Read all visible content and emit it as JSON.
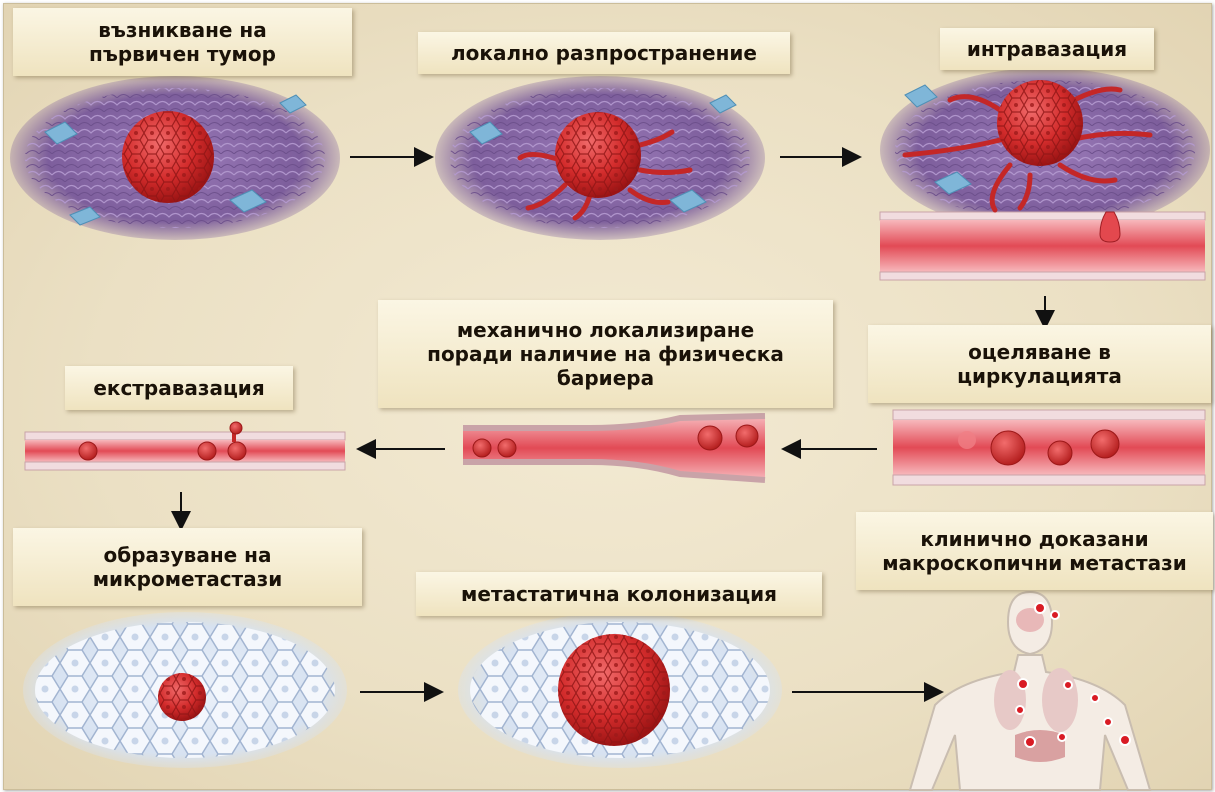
{
  "steps": {
    "s1": "възникване на\nпървичен тумор",
    "s2": "локално разпространение",
    "s3": "интравазация",
    "s4": "оцеляване в\nциркулацията",
    "s5": "механично локализиране\nпоради наличие на физическа\nбариера",
    "s6": "екстравазация",
    "s7": "образуване на\nмикрометастази",
    "s8": "метастатична колонизация",
    "s9": "клинично доказани\nмакроскопични метастази"
  },
  "colors": {
    "background": "#ebe0c4",
    "tumor": "#d83a3a",
    "tissue": "#8a6aa8",
    "vessel": "#e35a62",
    "micro_tissue": "#e6eef8"
  },
  "icons": [
    "arrow-right-icon",
    "arrow-left-icon",
    "arrow-down-icon",
    "tumor-cell-icon",
    "blood-vessel-icon",
    "human-body-icon"
  ]
}
